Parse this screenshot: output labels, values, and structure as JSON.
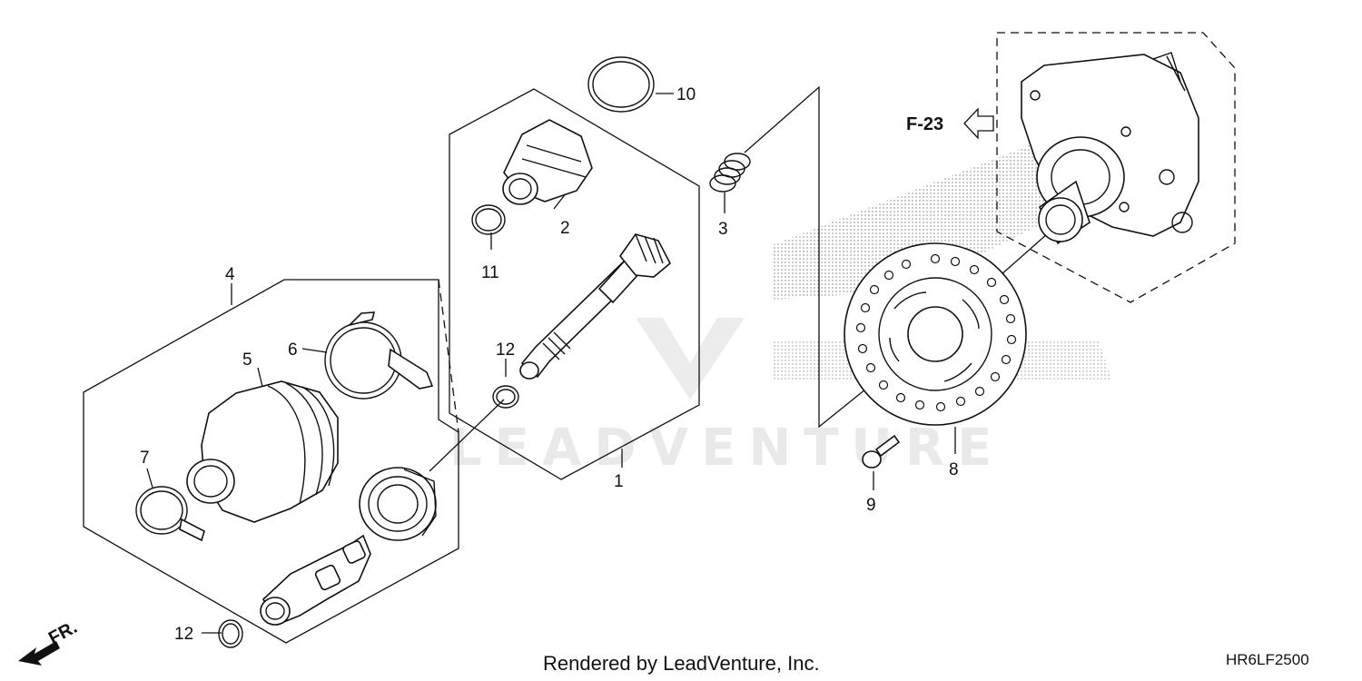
{
  "watermark": "LEADVENTURE",
  "direction_labels": {
    "reference": "F-23",
    "front": "FR."
  },
  "callouts": [
    {
      "id": "1",
      "text": "1"
    },
    {
      "id": "2",
      "text": "2"
    },
    {
      "id": "3",
      "text": "3"
    },
    {
      "id": "4",
      "text": "4"
    },
    {
      "id": "5",
      "text": "5"
    },
    {
      "id": "6",
      "text": "6"
    },
    {
      "id": "7",
      "text": "7"
    },
    {
      "id": "8",
      "text": "8"
    },
    {
      "id": "9",
      "text": "9"
    },
    {
      "id": "10",
      "text": "10"
    },
    {
      "id": "11",
      "text": "11"
    },
    {
      "id": "12a",
      "text": "12"
    },
    {
      "id": "12b",
      "text": "12"
    }
  ],
  "footer": {
    "credit": "Rendered by LeadVenture, Inc.",
    "diagram_code": "HR6LF2500"
  }
}
